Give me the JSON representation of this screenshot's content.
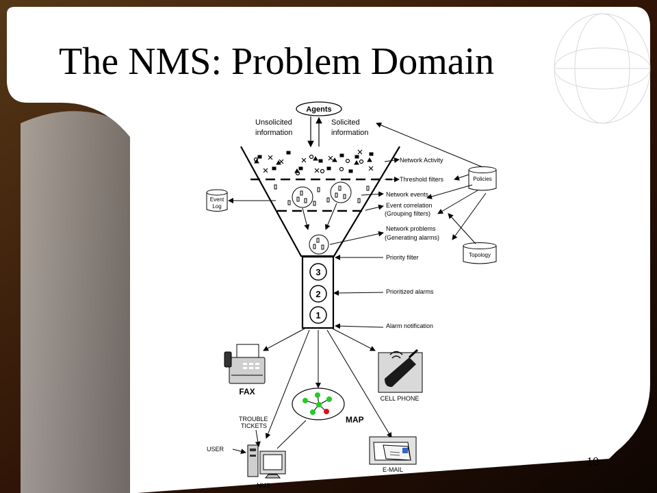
{
  "slide": {
    "title": "The NMS: Problem Domain",
    "page_number": "10"
  },
  "diagram": {
    "agents": "Agents",
    "unsolicited": [
      "Unsolicited",
      "information"
    ],
    "solicited": [
      "Solicited",
      "information"
    ],
    "stage_labels": {
      "network_activity": "Network Activity",
      "threshold_filters": "Threshold filters",
      "network_events": "Network events",
      "event_correlation": [
        "Event correlation",
        "(Grouping filters)"
      ],
      "network_problems": [
        "Network problems",
        "(Generating alarms)"
      ],
      "priority_filter": "Priority filter",
      "prioritized_alarms": "Prioritized alarms",
      "alarm_notification": "Alarm notification"
    },
    "stores": {
      "event_log": [
        "Event",
        "Log"
      ],
      "policies": "Policies",
      "topology": "Topology"
    },
    "priorities": [
      "3",
      "2",
      "1"
    ],
    "outputs": {
      "fax": "FAX",
      "cell_phone": "CELL PHONE",
      "map": "MAP",
      "trouble_tickets": [
        "TROUBLE",
        "TICKETS"
      ],
      "user": "USER",
      "nms": "NMS",
      "email": "E-MAIL"
    },
    "colors": {
      "node_green": "#22cc22",
      "node_red": "#dd1111"
    }
  }
}
